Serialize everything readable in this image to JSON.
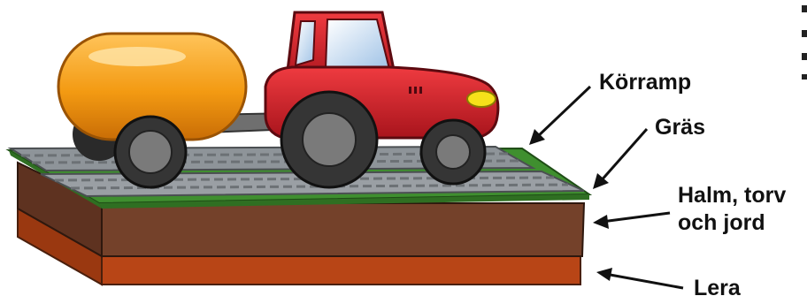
{
  "labels": {
    "korramp": "Körramp",
    "gras": "Gräs",
    "halm_line1": "Halm, torv",
    "halm_line2": "och jord",
    "lera": "Lera"
  },
  "colors": {
    "tank": "#f39a12",
    "tractor_body": "#d81f2a",
    "grass": "#3f8f2f",
    "ramp": "#8e9499",
    "soil": "#74412a",
    "clay": "#b84516",
    "wheel": "#353535",
    "hub": "#7a7a7a"
  }
}
